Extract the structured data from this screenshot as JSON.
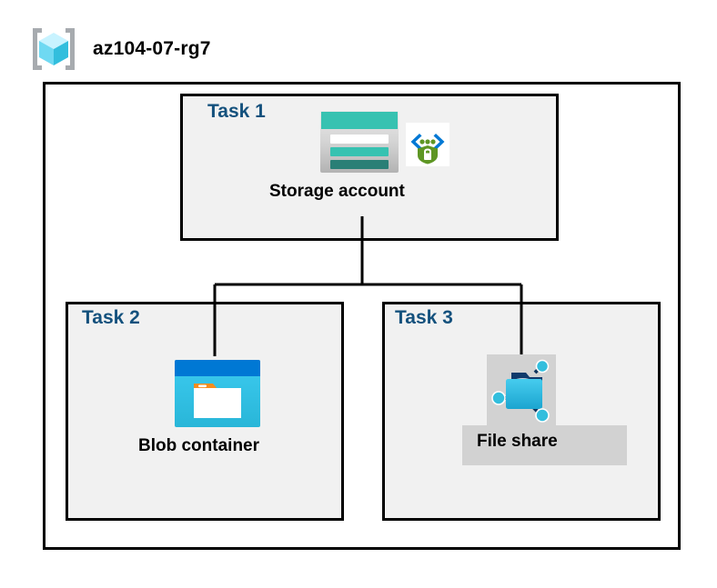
{
  "resource_group": {
    "name": "az104-07-rg7",
    "icon": "resource-group-cube-icon"
  },
  "tasks": [
    {
      "id": "task-1",
      "label": "Task 1",
      "resource_label": "Storage account",
      "icons": [
        "storage-account-icon",
        "private-link-icon"
      ],
      "selected": false
    },
    {
      "id": "task-2",
      "label": "Task 2",
      "resource_label": "Blob container",
      "icons": [
        "blob-container-icon"
      ],
      "selected": false
    },
    {
      "id": "task-3",
      "label": "Task 3",
      "resource_label": "File share",
      "icons": [
        "file-share-icon"
      ],
      "selected": true
    }
  ],
  "colors": {
    "task_label": "#14517d",
    "box_border": "#000000",
    "box_fill": "#f1f1f1",
    "frame_fill": "#ffffff",
    "highlight": "#d2d2d2",
    "storage_teal": "#37c2b1",
    "storage_teal_dark": "#2a7f76",
    "blob_blue": "#0078d4",
    "blob_cyan": "#32bedd",
    "blob_orange": "#f78d1e",
    "fileshare_cyan": "#32bedd",
    "fileshare_navy": "#0f3a6b",
    "private_link_green": "#5e9624",
    "private_link_blue": "#0078d4",
    "cube_cyan": "#9cebff",
    "bracket_gray": "#a0a4a8"
  }
}
